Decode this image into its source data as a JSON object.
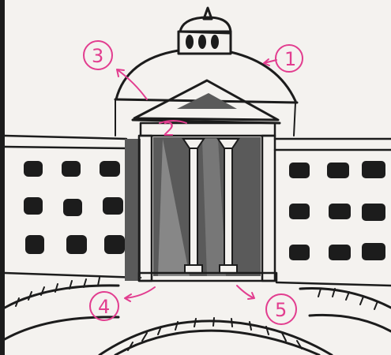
{
  "labels": [
    {
      "id": "1",
      "text": "1"
    },
    {
      "id": "2",
      "text": "2"
    },
    {
      "id": "3",
      "text": "3"
    },
    {
      "id": "4",
      "text": "4"
    },
    {
      "id": "5",
      "text": "5"
    }
  ],
  "colors": {
    "ink": "#1c1c1c",
    "annotation": "#e23d8f",
    "paper": "#f4f2ef",
    "shadow": "#5a5a5a"
  }
}
